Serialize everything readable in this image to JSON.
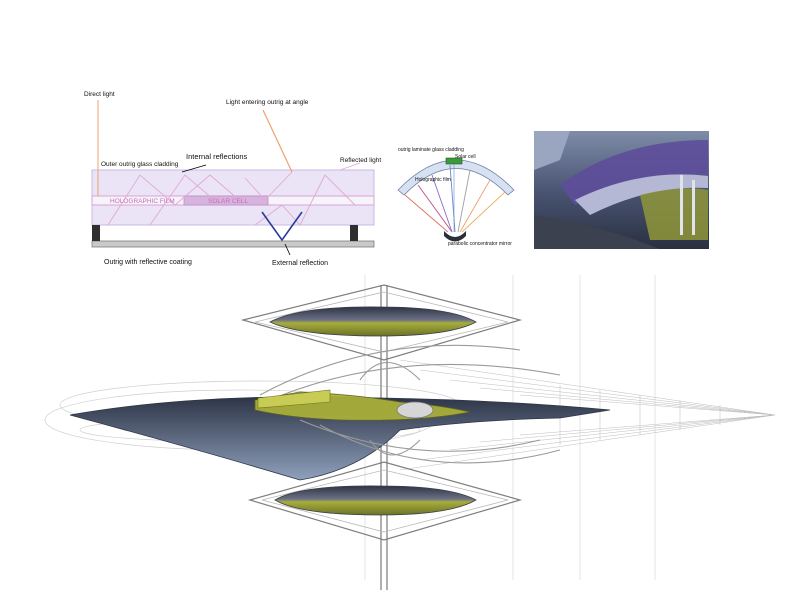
{
  "diagram1": {
    "direct_light": "Direct light",
    "light_entering": "Light entering outrig at angle",
    "outer_cladding": "Outer outrig glass cladding",
    "internal_reflections": "Internal reflections",
    "reflected_light": "Reflected light",
    "holographic_film": "HOLOGRAPHIC FILM",
    "solar_cell": "SOLAR CELL",
    "outrig_coating": "Outrig with reflective coating",
    "external_reflection": "External reflection"
  },
  "diagram2": {
    "cladding": "outrig laminate glass cladding",
    "solar_cell": "Solar cell",
    "holographic_film": "Holographic film",
    "mirror": "parabolic concentrator mirror"
  },
  "colors": {
    "violet_fill": "#e9e2f5",
    "pink_line": "#e2a8d4",
    "orange_ray": "#f0a070",
    "olive": "#9da33a",
    "steel": "#5f6f85",
    "render_sky": "#4c5a78"
  }
}
